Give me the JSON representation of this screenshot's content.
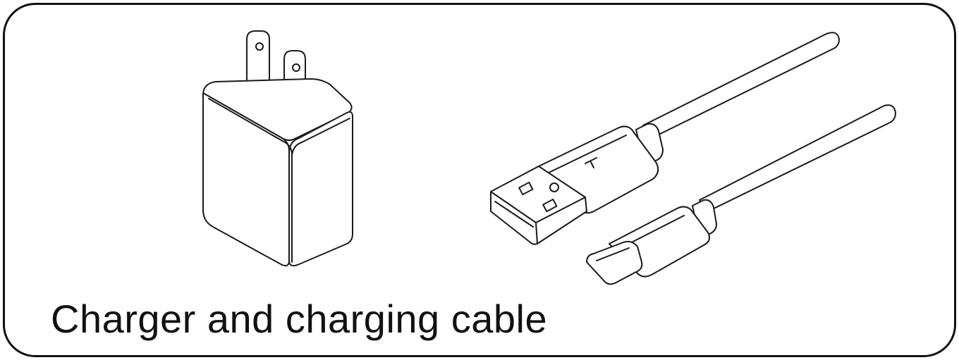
{
  "caption": "Charger and charging cable",
  "illustrations": {
    "charger": "wall-charger-illustration",
    "cable": "usb-cable-illustration"
  },
  "colors": {
    "line": "#1a1a1a",
    "border": "#111111",
    "background": "#ffffff"
  }
}
